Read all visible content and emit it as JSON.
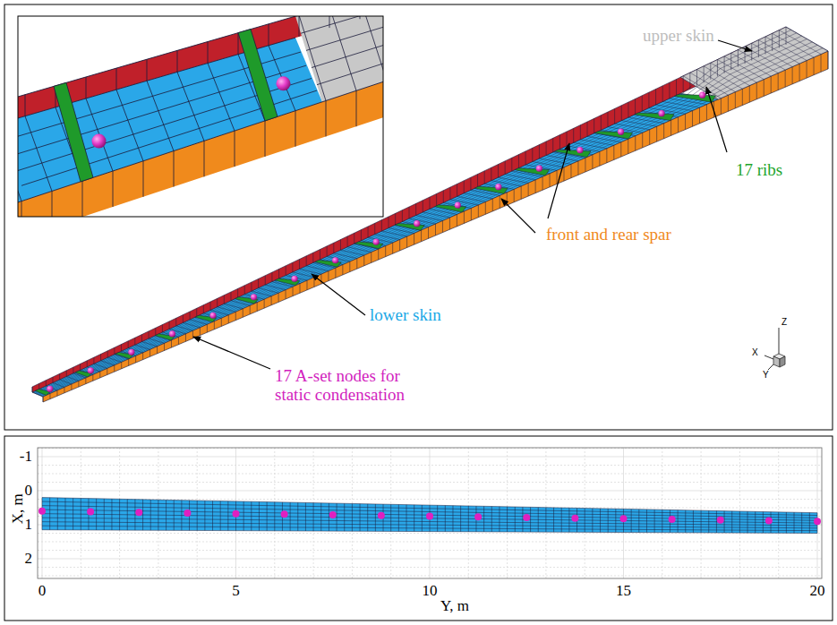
{
  "diagram": {
    "labels": [
      "upper skin",
      "17 ribs",
      "front and rear spar",
      "lower skin",
      "17 A-set nodes for static condensation",
      "Z",
      "X",
      "Y",
      "-1",
      "0",
      "1",
      "2",
      "X, m",
      "0",
      "5",
      "10",
      "15",
      "20",
      "Y, m"
    ]
  }
}
